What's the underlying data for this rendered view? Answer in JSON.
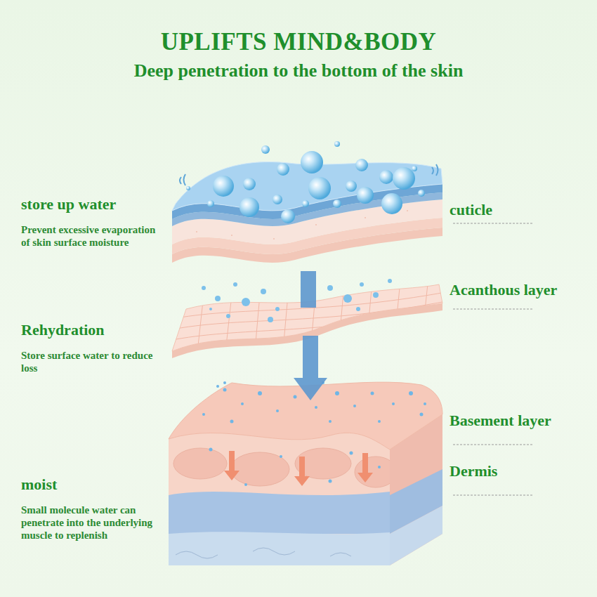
{
  "diagram": {
    "title": "UPLIFTS MIND&BODY",
    "labels": [
      "Deep penetration to the bottom of the skin",
      "store up water",
      "Prevent excessive evaporation of skin surface moisture",
      "cuticle",
      "Acanthous layer",
      "Rehydration",
      "Store surface water to reduce loss",
      "Basement layer",
      "Dermis",
      "moist",
      "Small molecule water can penetrate into the underlying muscle to replenish"
    ]
  }
}
